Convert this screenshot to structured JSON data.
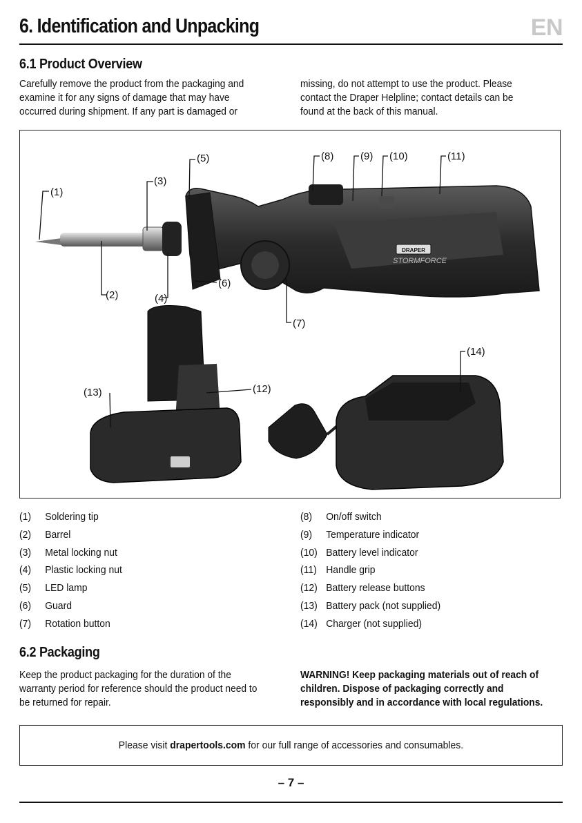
{
  "header": {
    "title": "6. Identification and Unpacking",
    "language": "EN"
  },
  "overview": {
    "heading": "6.1    Product Overview",
    "left_lines": [
      "Carefully remove the product from the packaging and",
      "examine it for any signs of damage that may have",
      "occurred during shipment. If any part is damaged or"
    ],
    "right_lines": [
      "missing, do not attempt to use the product. Please",
      "contact the Draper Helpline; contact details can be",
      "found at the back of this manual."
    ]
  },
  "figure": {
    "callouts": [
      "(1)",
      "(2)",
      "(3)",
      "(4)",
      "(5)",
      "(6)",
      "(7)",
      "(8)",
      "(9)",
      "(10)",
      "(11)",
      "(12)",
      "(13)",
      "(14)"
    ],
    "brand_badge": "DRAPER",
    "brand_name": "STORMFORCE"
  },
  "parts_left": [
    {
      "num": "(1)",
      "label": "Soldering tip"
    },
    {
      "num": "(2)",
      "label": "Barrel"
    },
    {
      "num": "(3)",
      "label": "Metal locking nut"
    },
    {
      "num": "(4)",
      "label": "Plastic locking nut"
    },
    {
      "num": "(5)",
      "label": "LED lamp"
    },
    {
      "num": "(6)",
      "label": "Guard"
    },
    {
      "num": "(7)",
      "label": "Rotation button"
    }
  ],
  "parts_right": [
    {
      "num": "(8)",
      "label": "On/off switch"
    },
    {
      "num": "(9)",
      "label": "Temperature indicator"
    },
    {
      "num": "(10)",
      "label": "Battery level indicator"
    },
    {
      "num": "(11)",
      "label": "Handle grip"
    },
    {
      "num": "(12)",
      "label": "Battery release buttons"
    },
    {
      "num": "(13)",
      "label": "Battery pack (not supplied)"
    },
    {
      "num": "(14)",
      "label": "Charger (not supplied)"
    }
  ],
  "packaging": {
    "heading": "6.2    Packaging",
    "left_lines": [
      "Keep the product packaging for the duration of the",
      "warranty period for reference should the product need to",
      "be returned for repair."
    ],
    "warning_lines": [
      "WARNING! Keep packaging materials out of reach of",
      "children. Dispose of packaging correctly and",
      "responsibly and in accordance with local regulations."
    ]
  },
  "note": {
    "prefix": "Please visit ",
    "link": "drapertools.com",
    "suffix": " for our full range of accessories and consumables."
  },
  "footer": {
    "page_number": "– 7 –"
  }
}
